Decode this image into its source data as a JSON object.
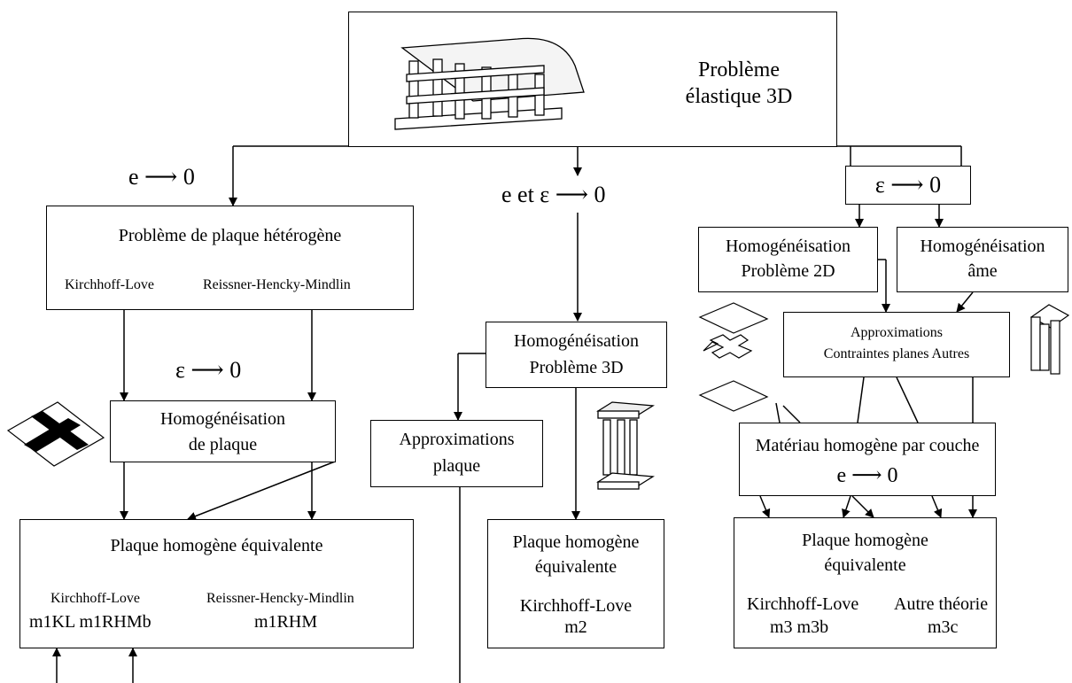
{
  "top": {
    "line1": "Problème",
    "line2": "élastique 3D"
  },
  "left": {
    "arrow_label": "e ⟶ 0",
    "hetero_title": "Problème de plaque hétérogène",
    "hetero_kl": "Kirchhoff-Love",
    "hetero_rhm": "Reissner-Hencky-Mindlin",
    "eps_label": "ε ⟶ 0",
    "homog_line1": "Homogénéisation",
    "homog_line2": "de plaque",
    "plate_title": "Plaque homogène équivalente",
    "plate_kl": "Kirchhoff-Love",
    "plate_rhm": "Reissner-Hencky-Mindlin",
    "plate_m1": "m1KL m1RHMb",
    "plate_m1rhm": "m1RHM"
  },
  "middle": {
    "arrow_label": "e et ε ⟶ 0",
    "homog3d_line1": "Homogénéisation",
    "homog3d_line2": "Problème 3D",
    "approx_line1": "Approximations",
    "approx_line2": "plaque",
    "plate_line1": "Plaque homogène",
    "plate_line2": "équivalente",
    "plate_kl": "Kirchhoff-Love",
    "plate_m2": "m2"
  },
  "right": {
    "eps_label": "ε ⟶ 0",
    "h2d_line1": "Homogénéisation",
    "h2d_line2": "Problème 2D",
    "hame_line1": "Homogénéisation",
    "hame_line2": "âme",
    "approx_line1": "Approximations",
    "approx_line2": "Contraintes planes   Autres",
    "mat_line1": "Matériau homogène par couche",
    "mat_line2": "e ⟶ 0",
    "plate_line1": "Plaque homogène",
    "plate_line2": "équivalente",
    "plate_kl": "Kirchhoff-Love",
    "plate_autre": "Autre théorie",
    "plate_m3": "m3   m3b",
    "plate_m3c": "m3c"
  }
}
